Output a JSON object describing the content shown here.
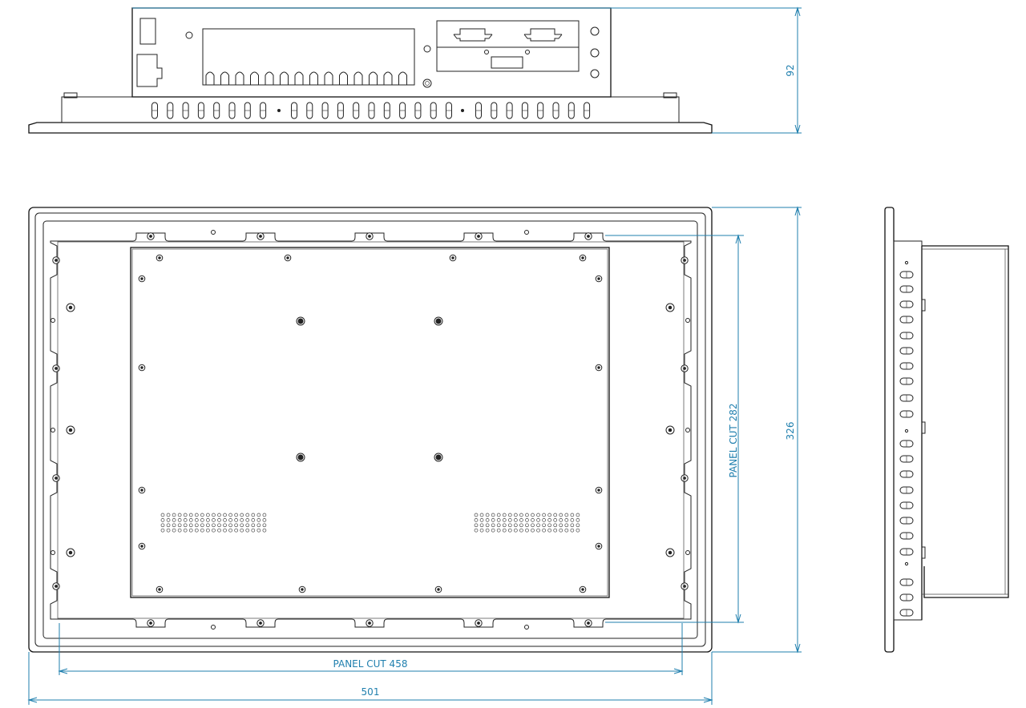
{
  "dimensions": {
    "height_top_view": "92",
    "panel_cut_height": "PANEL CUT  282",
    "overall_height": "326",
    "panel_cut_width": "PANEL CUT  458",
    "overall_width": "501"
  },
  "colors": {
    "dimension": "#1f7fae",
    "outline": "#222222"
  }
}
